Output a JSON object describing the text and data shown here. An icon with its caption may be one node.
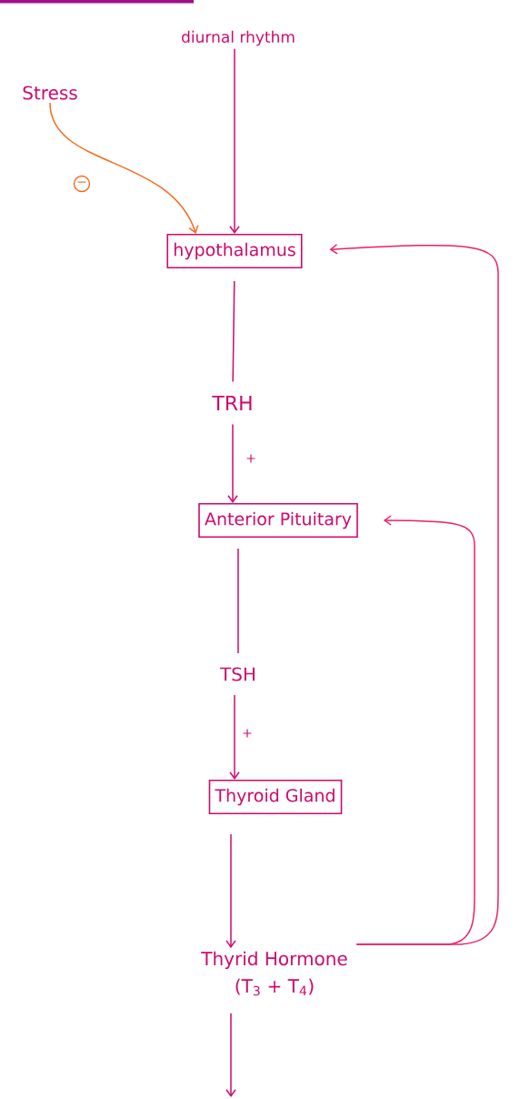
{
  "diagram": {
    "nodes": [
      {
        "text": [
          "diurnal rhythm"
        ]
      },
      {
        "text": [
          "Stress"
        ]
      },
      {
        "text": [
          "hypothalamus"
        ]
      },
      {
        "text": [
          "TRH"
        ]
      },
      {
        "text": [
          "Anterior Pituitary"
        ]
      },
      {
        "text": [
          "TSH"
        ]
      },
      {
        "text": [
          "Thyroid Gland"
        ]
      },
      {
        "text": [
          "Thyrid Hormone",
          "(T$_{3}$ + T$_{4}$)"
        ]
      }
    ],
    "edges": [
      {
        "from": 0,
        "to": 2,
        "arrow": "to"
      },
      {
        "from": 1,
        "to": 2,
        "arrow": "to",
        "label": "−",
        "color": "#f26b1d"
      },
      {
        "from": 2,
        "to": 3,
        "arrow": "none"
      },
      {
        "from": 3,
        "to": 4,
        "arrow": "to",
        "label": "+"
      },
      {
        "from": 4,
        "to": 5,
        "arrow": "none"
      },
      {
        "from": 5,
        "to": 6,
        "arrow": "to",
        "label": "+"
      },
      {
        "from": 6,
        "to": 7,
        "arrow": "to"
      },
      {
        "from": 7,
        "to": 2,
        "arrow": "to",
        "color": "#ee1f63"
      },
      {
        "from": 7,
        "to": 4,
        "arrow": "to",
        "color": "#ee1f63"
      },
      {
        "from": 7,
        "to": null,
        "arrow": "to"
      }
    ]
  }
}
